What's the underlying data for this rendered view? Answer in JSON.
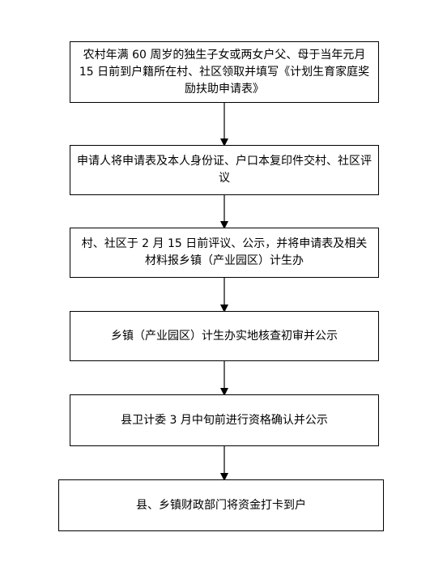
{
  "steps": [
    {
      "text": "农村年满 60 周岁的独生子女或两女户父、母于当年元月 15 日前到户籍所在村、社区领取并填写《计划生育家庭奖励扶助申请表》"
    },
    {
      "text": "申请人将申请表及本人身份证、户口本复印件交村、社区评议"
    },
    {
      "text": "村、社区于 2 月 15 日前评议、公示，并将申请表及相关材料报乡镇（产业园区）计生办"
    },
    {
      "text": "乡镇（产业园区）计生办实地核查初审并公示"
    },
    {
      "text": "县卫计委 3 月中旬前进行资格确认并公示"
    },
    {
      "text": "县、乡镇财政部门将资金打卡到户"
    }
  ]
}
